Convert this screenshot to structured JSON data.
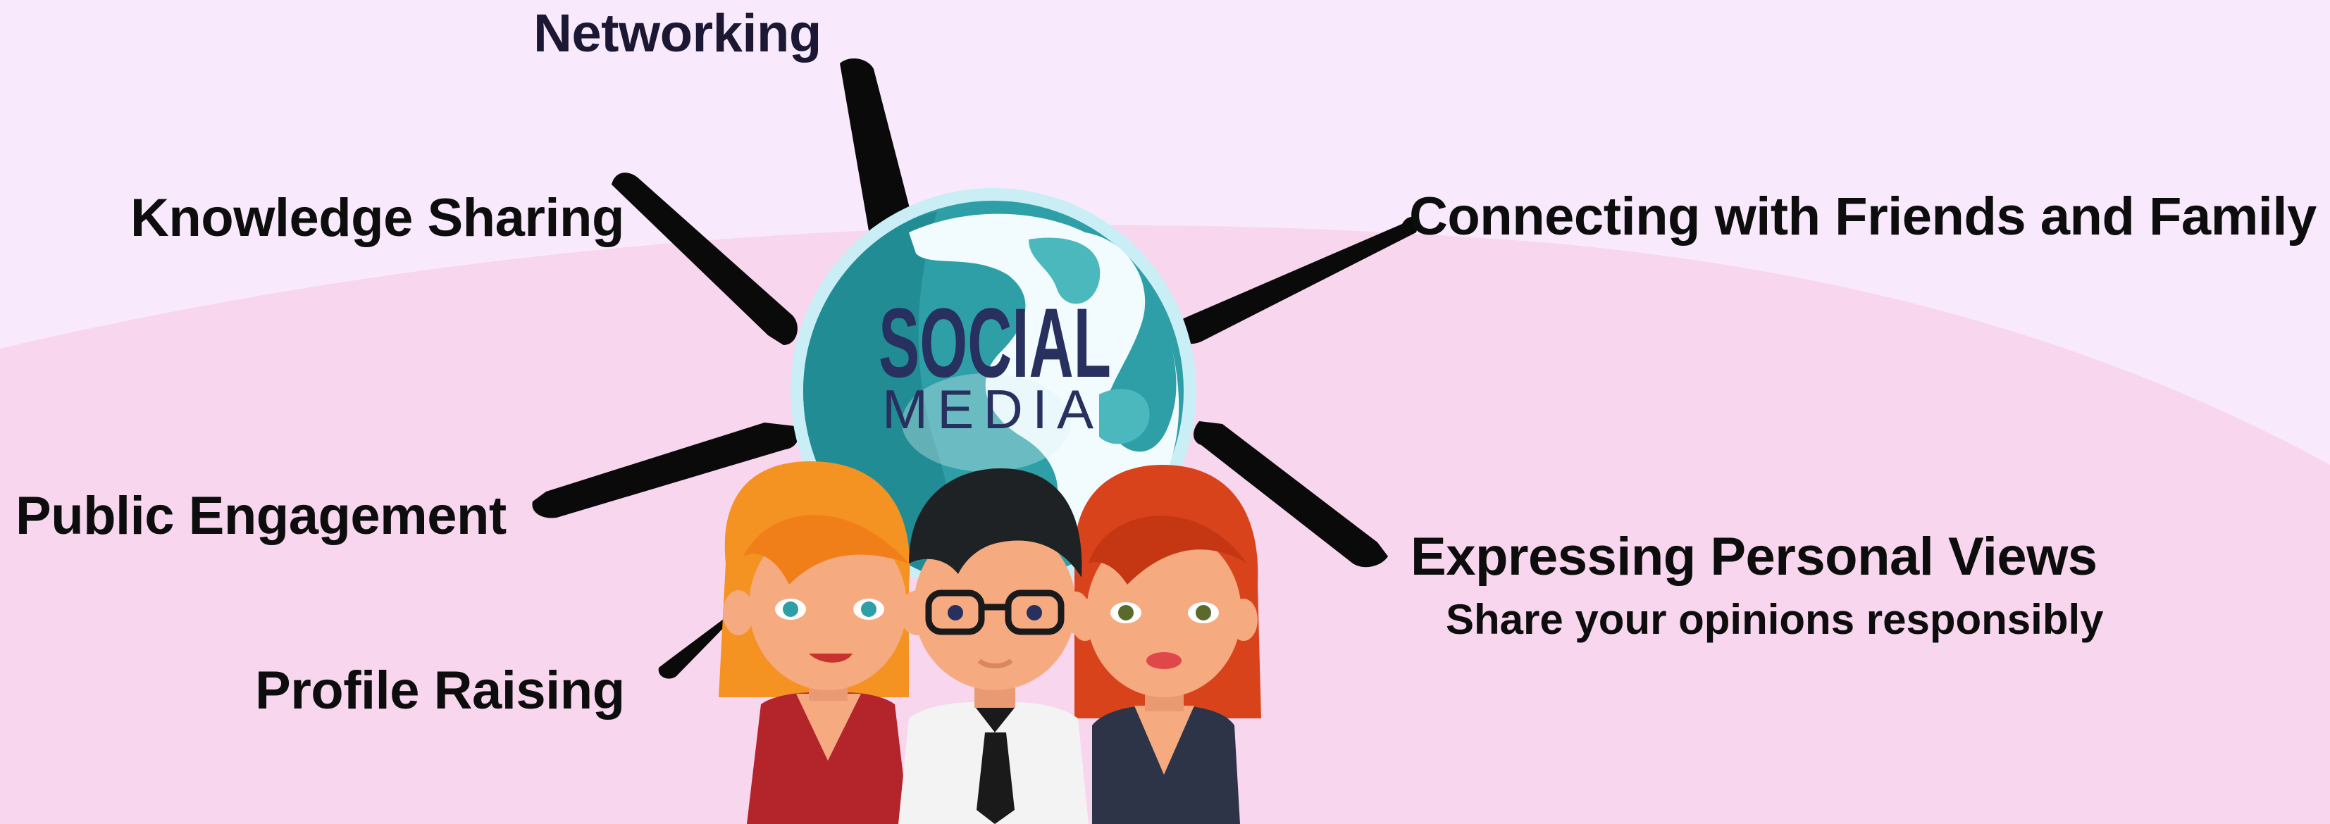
{
  "colors": {
    "background_top": "#F8EAFC",
    "background_arc": "#F7D6EE",
    "ink": "#1C1833",
    "brush": "#0A0A0A",
    "globe_teal": "#2FA3AA",
    "globe_light": "#DDF3F7",
    "logo_text": "#27305E",
    "hair_orange": "#F49222",
    "hair_dark": "#1F2224",
    "hair_red": "#D9431C",
    "skin": "#F6AA80",
    "dress_red": "#B3242B",
    "shirt_white": "#F3F3F3",
    "dress_navy": "#2D3447"
  },
  "logo": {
    "line1": "SOCIAL",
    "line2": "MEDIA"
  },
  "labels": {
    "networking": "Networking",
    "knowledge_sharing": "Knowledge Sharing",
    "connecting": "Connecting with Friends and Family",
    "public_engagement": "Public Engagement",
    "expressing_views": "Expressing Personal Views",
    "expressing_views_sub": "Share your opinions responsibly",
    "profile_raising": "Profile Raising"
  },
  "icons": {
    "globe": "globe-icon",
    "people": "people-group-illustration"
  }
}
